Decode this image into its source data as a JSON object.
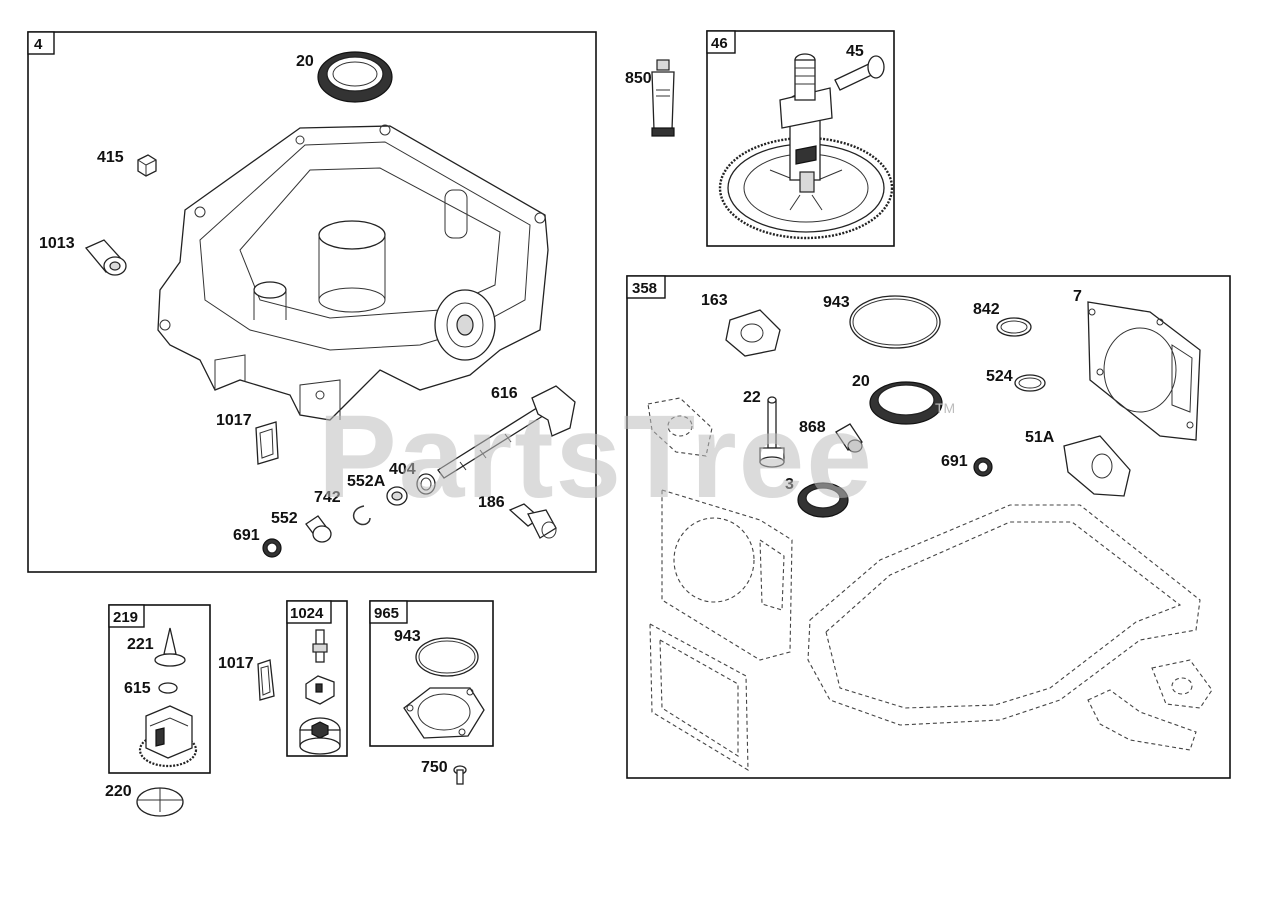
{
  "watermark": {
    "text": "PartsTree",
    "trademark": "TM"
  },
  "groups": [
    {
      "id": "4"
    },
    {
      "id": "46"
    },
    {
      "id": "358"
    },
    {
      "id": "219"
    },
    {
      "id": "1024"
    },
    {
      "id": "965"
    }
  ],
  "callouts": {
    "g4": [
      "20",
      "415",
      "1013",
      "1017",
      "616",
      "404",
      "552A",
      "742",
      "186",
      "552",
      "691"
    ],
    "loose_top": [
      "850"
    ],
    "g46": [
      "45"
    ],
    "g358": [
      "163",
      "943",
      "842",
      "7",
      "524",
      "20",
      "22",
      "868",
      "51A",
      "691",
      "3"
    ],
    "g219": [
      "221",
      "615",
      "220"
    ],
    "loose_mid": [
      "1017"
    ],
    "g965": [
      "943",
      "750"
    ]
  }
}
